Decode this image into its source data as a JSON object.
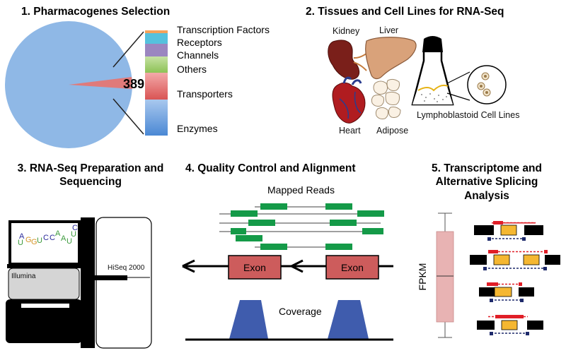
{
  "panel1": {
    "title": "1. Pharmacogenes  Selection",
    "count": "389",
    "categories": [
      {
        "label": "Transcription Factors",
        "color": "#f4a25a"
      },
      {
        "label": "Receptors",
        "color": "#55c1dd"
      },
      {
        "label": "Channels",
        "color": "#9b86c0"
      },
      {
        "label": "Others",
        "color": "#9fcd6b"
      },
      {
        "label": "Transporters",
        "color": "#e06666"
      },
      {
        "label": "Enzymes",
        "color": "#6ea3dc"
      }
    ]
  },
  "panel2": {
    "title": "2. Tissues and Cell Lines for RNA-Seq",
    "kidney": "Kidney",
    "liver": "Liver",
    "heart": "Heart",
    "adipose": "Adipose",
    "cells": "Lymphoblastoid Cell Lines"
  },
  "panel3": {
    "title_line1": "3. RNA-Seq Preparation and",
    "title_line2": "Sequencing",
    "seq_letters": [
      "U",
      "A",
      "G",
      "G",
      "U",
      "C",
      "C",
      "A",
      "A",
      "U",
      "U",
      "C"
    ],
    "brand": "Illumina",
    "machine": "HiSeq 2000"
  },
  "panel4": {
    "title": "4. Quality Control and Alignment",
    "mapped": "Mapped Reads",
    "exon1": "Exon",
    "exon2": "Exon",
    "coverage": "Coverage"
  },
  "panel5": {
    "title_line1": "5. Transcriptome  and",
    "title_line2": "Alternative  Splicing",
    "title_line3": "Analysis",
    "ylabel": "FPKM"
  },
  "colors": {
    "read_green": "#149a48",
    "exon_fill": "#cd5c5c",
    "coverage_blue": "#3f5cad",
    "box_pink": "#e8b3b3",
    "exon_yellow": "#f5b731",
    "splice_red": "#e01e27",
    "splice_navy": "#1e2a6b"
  }
}
